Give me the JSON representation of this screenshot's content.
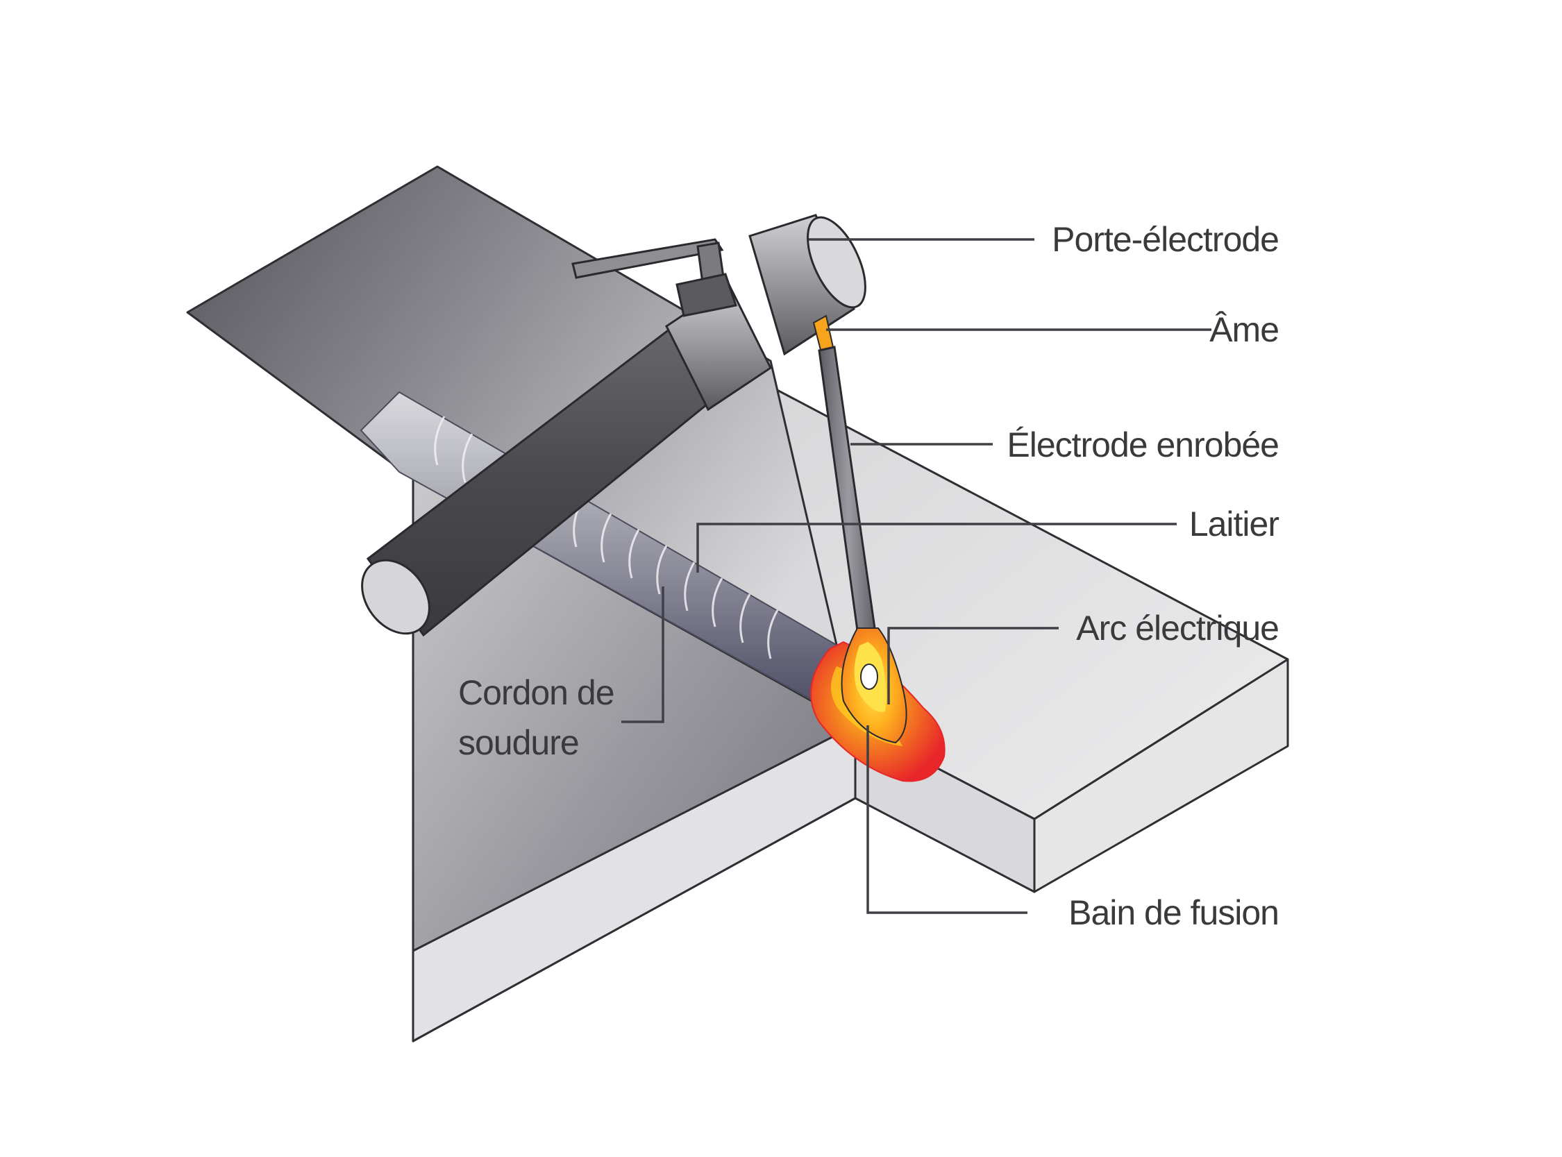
{
  "diagram": {
    "labels": {
      "porte_electrode": "Porte-électrode",
      "ame": "Âme",
      "electrode_enrobee": "Électrode enrobée",
      "laitier": "Laitier",
      "arc_electrique": "Arc électrique",
      "cordon_line1": "Cordon de",
      "cordon_line2": "soudure",
      "bain_de_fusion": "Bain de fusion"
    },
    "colors": {
      "steel_light": "#e3e3e4",
      "steel_mid": "#a9a9ad",
      "steel_dark": "#55555c",
      "holder_handle": "#4a4a4e",
      "bead": "#8e8e9c",
      "molten_red": "#e8262a",
      "molten_orange": "#f58220",
      "molten_yellow": "#ffd21f",
      "leader_line": "#3f4045",
      "label_text": "#3a3a3c"
    }
  }
}
